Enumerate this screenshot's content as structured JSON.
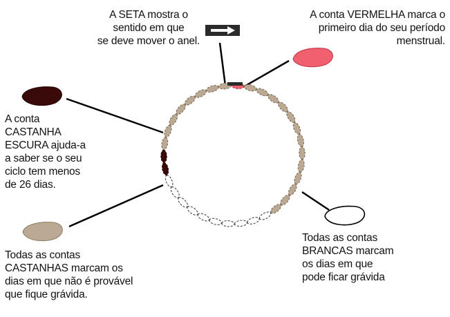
{
  "labels": {
    "arrow": "A SETA mostra o\nsentido em que\nse deve mover o anel.",
    "red": "A conta VERMELHA marca o\nprimeiro dia do seu período\nmenstrual.",
    "dark_brown": "A conta\nCASTANHA\nESCURA ajuda-a\na saber se o seu\nciclo tem menos\nde 26 dias.",
    "brown": "Todas as contas\nCASTANHAS marcam os\ndias em que não é provável\nque fique grávida.",
    "white": "Todas as contas\nBRANCAS marcam\nos dias em que\npode ficar grávida"
  },
  "icons": {
    "arrow": "right-arrow-icon"
  },
  "colors": {
    "red_bead": "#f0606e",
    "dark_brown_bead": "#3a0a0a",
    "brown_bead": "#bba994",
    "white_bead": "#ffffff",
    "arrow_box": "#2b2b2b",
    "connector": "#000000"
  }
}
